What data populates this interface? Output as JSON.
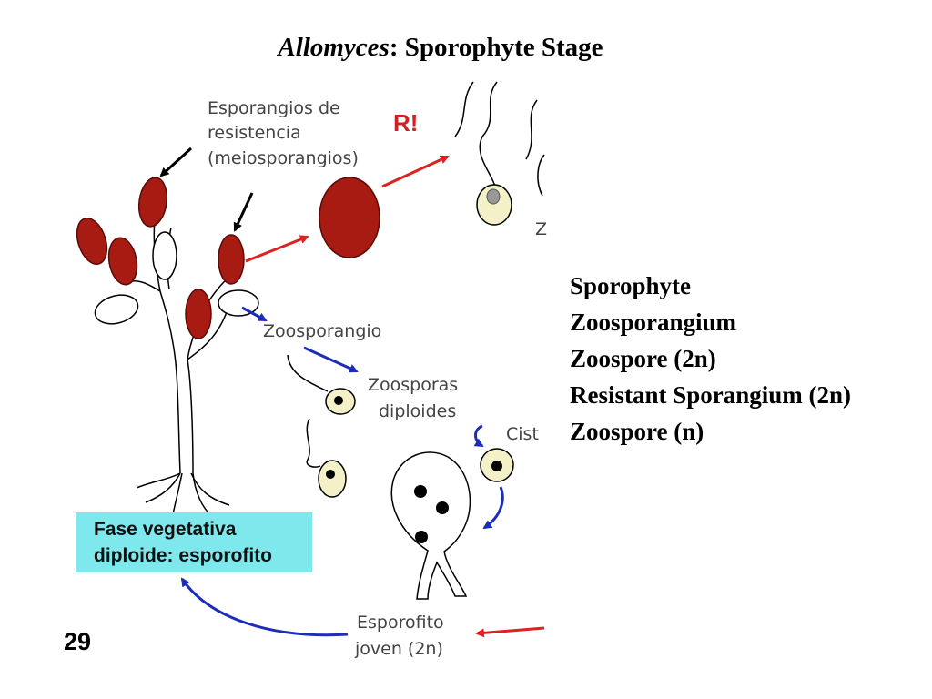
{
  "title": {
    "genus": "Allomyces",
    "rest": ": Sporophyte Stage"
  },
  "diagram_labels": {
    "esporangios_line1": "Esporangios de",
    "esporangios_line2": "resistencia",
    "esporangios_line3": "(meiosporangios)",
    "r_mark": "R!",
    "zoosporangio": "Zoosporangio",
    "zoosporas_line1": "Zoosporas",
    "zoosporas_line2": "diploides",
    "cist": "Cist",
    "z_partial": "Z",
    "esporofito_line1": "Esporofito",
    "esporofito_line2": "joven (2n)",
    "fase_line1": "Fase vegetativa",
    "fase_line2": "diploide: esporofito"
  },
  "legend": [
    "Sporophyte",
    "Zoosporangium",
    "Zoospore (2n)",
    "Resistant Sporangium (2n)",
    "Zoospore (n)"
  ],
  "page_number": "29",
  "colors": {
    "resistant_sporangium": "#a81b12",
    "red_arrow": "#dd2222",
    "blue_arrow": "#1c2db8",
    "zoospore_fill": "#f4f0c8",
    "label_box": "#7fe8ec"
  }
}
